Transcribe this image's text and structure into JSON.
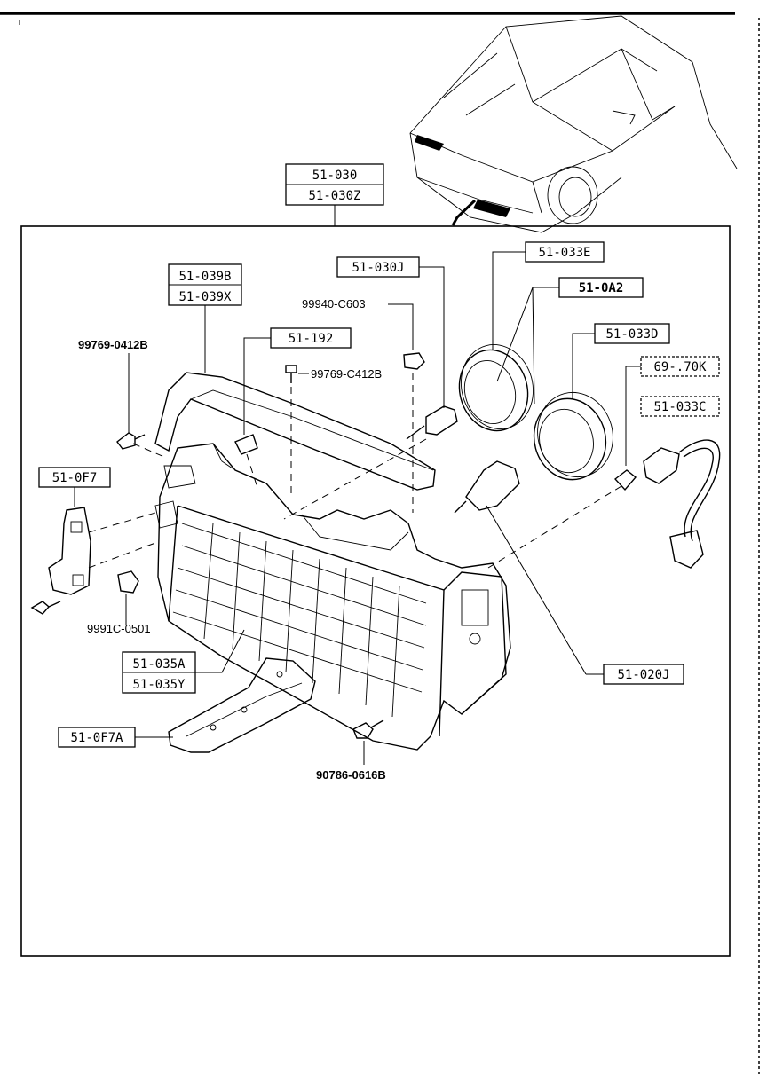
{
  "diagram": {
    "assembly_label": [
      "51-030",
      "51-030Z"
    ],
    "callouts": {
      "molding": [
        "51-039B",
        "51-039X"
      ],
      "bulb_h": "51-030J",
      "ring_e": "51-033E",
      "ring_a2": "51-0A2",
      "ring_d": "51-033D",
      "socket_k": "69-.70K",
      "socket_c": "51-033C",
      "clip": "51-192",
      "bracket_left": "51-0F7",
      "lens": [
        "51-035A",
        "51-035Y"
      ],
      "bracket_lower": "51-0F7A",
      "bulb_j": "51-020J"
    },
    "fasteners": {
      "nut_top": "99940-C603",
      "screw_clip": "99769-C412B",
      "screw_left": "99769-0412B",
      "nut_left": "9991C-0501",
      "bolt_bottom": "90786-0616B"
    }
  }
}
